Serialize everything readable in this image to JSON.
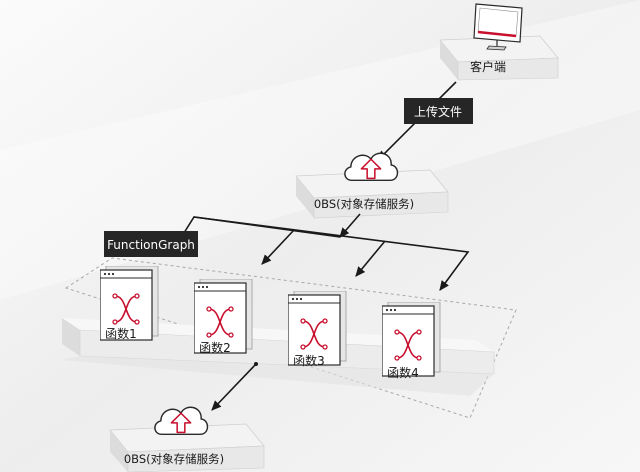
{
  "nodes": {
    "client": {
      "label": "客户端"
    },
    "obs_top": {
      "label": "0BS(对象存储服务)"
    },
    "obs_bottom": {
      "label": "0BS(对象存储服务)"
    },
    "upload_tag": {
      "label": "上传文件"
    },
    "fg_tag": {
      "label": "FunctionGraph"
    },
    "functions": [
      {
        "label": "函数1"
      },
      {
        "label": "函数2"
      },
      {
        "label": "函数3"
      },
      {
        "label": "函数4"
      }
    ]
  },
  "colors": {
    "accent": "#c8102e",
    "platform_top": "#f3f3f3",
    "platform_side": "#d9d9d9",
    "tag_bg": "#262626",
    "line": "#1a1a1a"
  }
}
